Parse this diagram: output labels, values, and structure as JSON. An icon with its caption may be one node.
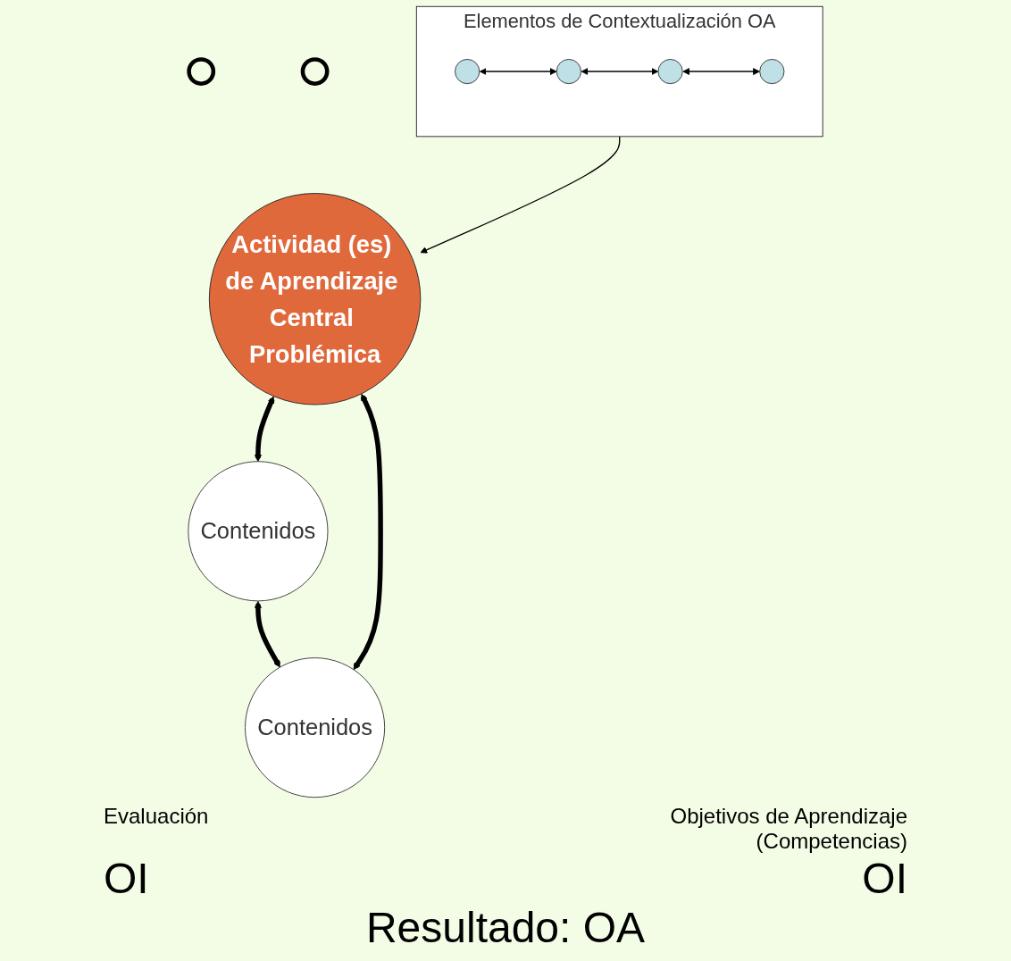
{
  "diagram": {
    "nodes": [
      {
        "text": [
          "Elementos de Contextualización OA"
        ]
      },
      {
        "text": [],
        "shape": "circle",
        "in": 0
      },
      {
        "text": [],
        "shape": "circle",
        "in": 0
      },
      {
        "text": [],
        "shape": "circle",
        "in": 0
      },
      {
        "text": [],
        "shape": "circle",
        "in": 0
      },
      {
        "text": [],
        "shape": "circle"
      },
      {
        "text": [],
        "shape": "circle"
      },
      {
        "text": [
          "Actividad (es) de Aprendizaje Central Problémica"
        ]
      },
      {
        "text": [
          "Contenidos"
        ]
      },
      {
        "text": [
          "Contenidos"
        ]
      }
    ],
    "edges": [
      {
        "from": 1,
        "to": 2,
        "arrow": "both"
      },
      {
        "from": 2,
        "to": 3,
        "arrow": "both"
      },
      {
        "from": 3,
        "to": 4,
        "arrow": "both"
      },
      {
        "from": 0,
        "to": 7,
        "arrow": "to"
      },
      {
        "from": 7,
        "to": 8,
        "arrow": "both",
        "style": "thick"
      },
      {
        "from": 8,
        "to": 9,
        "arrow": "both",
        "style": "thick"
      },
      {
        "from": 7,
        "to": 9,
        "arrow": "both",
        "style": "thick"
      }
    ],
    "labels": [
      "Evaluación",
      "Objetivos de Aprendizaje (Competencias)",
      "OI",
      "OI",
      "Resultado: OA"
    ]
  }
}
